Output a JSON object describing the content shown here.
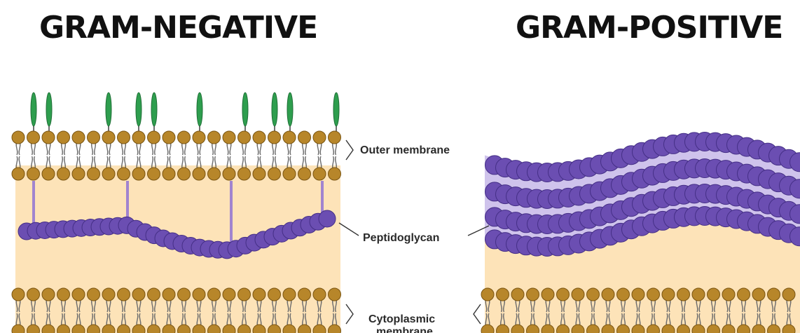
{
  "titles": {
    "left": "GRAM-NEGATIVE",
    "right": "GRAM-POSITIVE"
  },
  "labels": {
    "outer_membrane": "Outer membrane",
    "peptidoglycan": "Peptidoglycan",
    "cytoplasmic_line1": "Cytoplasmic",
    "cytoplasmic_line2": "membrane"
  },
  "colors": {
    "background": "#ffffff",
    "periplasm": "#fde3b8",
    "lipid_head": "#b7862a",
    "lipid_head_edge": "#7a5512",
    "lipid_tail": "#6e6e6e",
    "lipopolysaccharide": "#2e9e4e",
    "peptidoglycan": "#6b4eb2",
    "peptidoglycan_edge": "#452f86",
    "peptidoglycan_fill": "#cfc3ec",
    "lipoprotein": "#a184cf"
  }
}
